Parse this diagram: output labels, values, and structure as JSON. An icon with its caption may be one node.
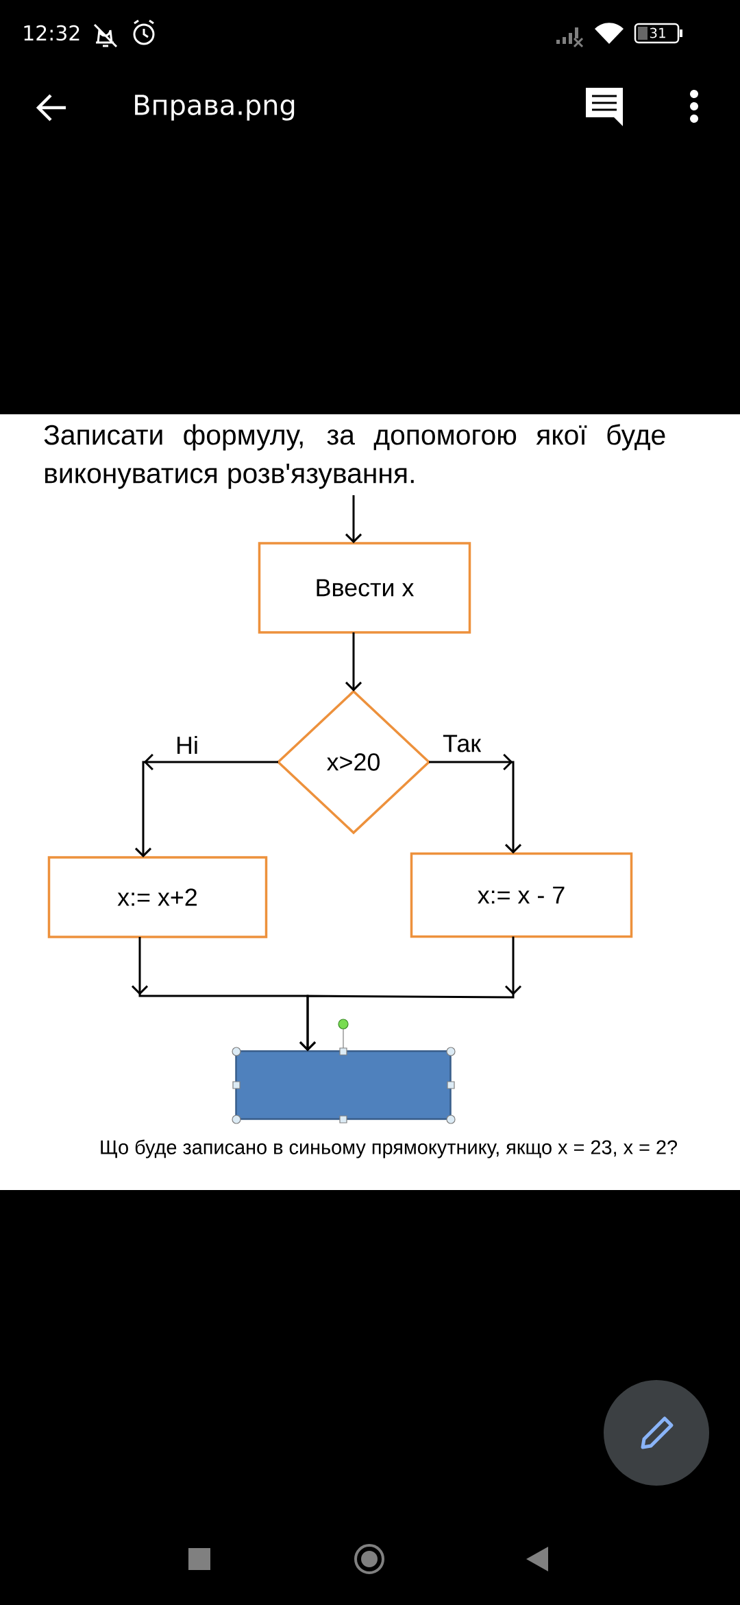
{
  "diagram": {
    "title": "Записати формулу, за допомогою якої буде виконуватися розв'язування.",
    "nodes": [
      {
        "text": [
          "Ввести x"
        ]
      },
      {
        "text": [
          "x>20"
        ]
      },
      {
        "text": [
          "x:= x+2"
        ]
      },
      {
        "text": [
          "x:= x - 7"
        ]
      },
      {
        "text": [],
        "shape": "box"
      }
    ],
    "edges": [
      {
        "from": null,
        "to": 0,
        "arrow": "to"
      },
      {
        "from": 0,
        "to": 1,
        "arrow": "to"
      },
      {
        "from": 1,
        "to": 2,
        "label": "Ні",
        "arrow": "to"
      },
      {
        "from": 1,
        "to": 3,
        "label": "Так",
        "arrow": "to"
      },
      {
        "from": 2,
        "to": 4,
        "arrow": "to"
      },
      {
        "from": 3,
        "to": 4,
        "arrow": "to"
      }
    ],
    "labels": [
      "12:32",
      "31",
      "Вправа.png",
      "Що буде записано в синьому прямокутнику, якщо x = 23, x = 2?"
    ]
  }
}
